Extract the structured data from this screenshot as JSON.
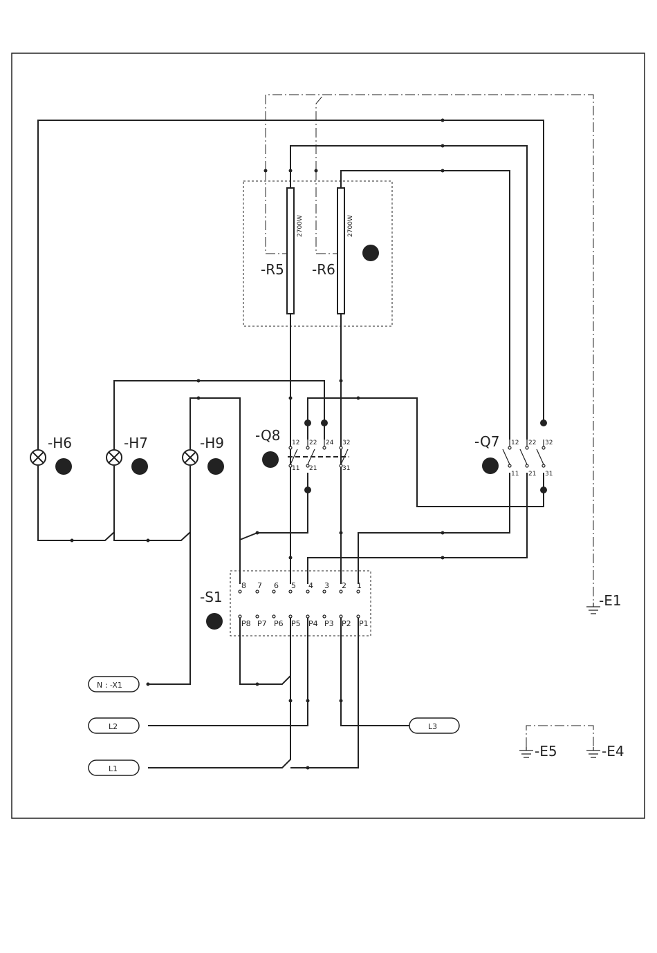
{
  "components": {
    "R5": {
      "label": "-R5",
      "rating": "2700W"
    },
    "R6": {
      "label": "-R6",
      "rating": "2700W"
    },
    "Q8": {
      "label": "-Q8",
      "top": [
        "12",
        "22",
        "24",
        "32"
      ],
      "bottom": [
        "11",
        "21",
        "31"
      ]
    },
    "Q7": {
      "label": "-Q7",
      "top": [
        "12",
        "22",
        "32"
      ],
      "bottom": [
        "11",
        "21",
        "31"
      ]
    },
    "H6": {
      "label": "-H6"
    },
    "H7": {
      "label": "-H7"
    },
    "H9": {
      "label": "-H9"
    },
    "S1": {
      "label": "-S1",
      "top": [
        "8",
        "7",
        "6",
        "5",
        "4",
        "3",
        "2",
        "1"
      ],
      "bottom": [
        "P8",
        "P7",
        "P6",
        "P5",
        "P4",
        "P3",
        "P2",
        "P1"
      ]
    },
    "E1": {
      "label": "-E1"
    },
    "E4": {
      "label": "-E4"
    },
    "E5": {
      "label": "-E5"
    }
  },
  "terminals": {
    "X1": "N : -X1",
    "L1": "L1",
    "L2": "L2",
    "L3": "L3"
  }
}
